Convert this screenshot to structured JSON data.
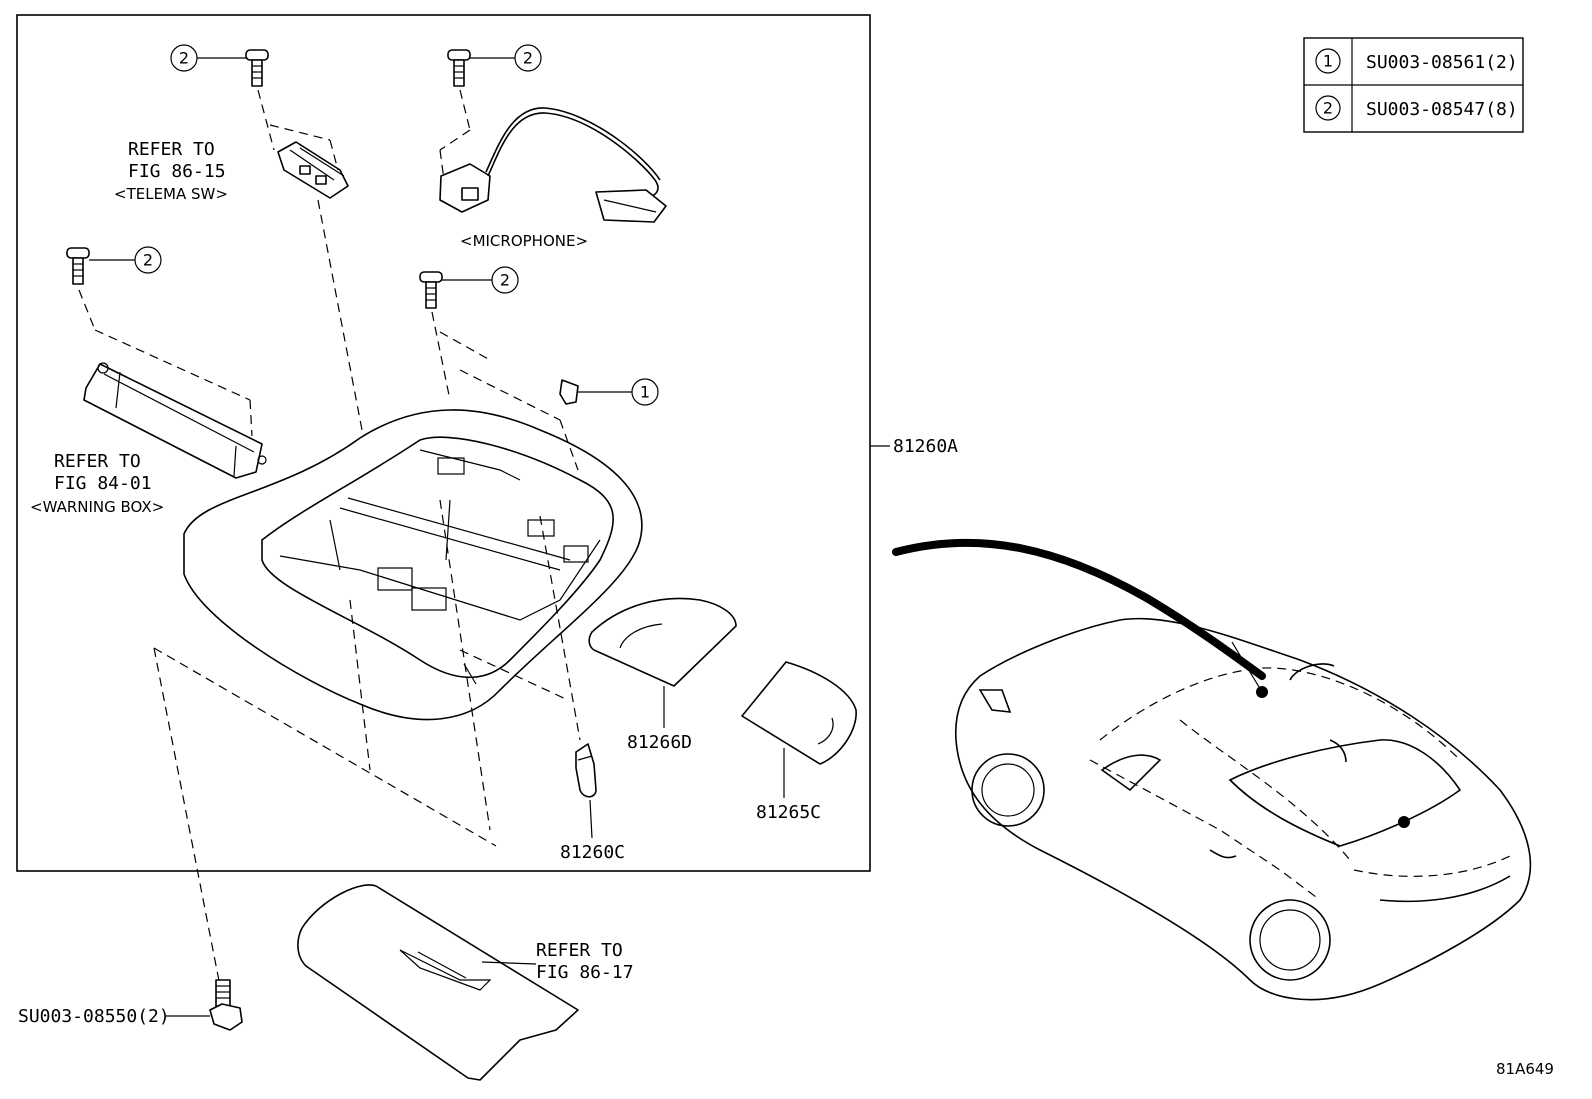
{
  "legend": [
    {
      "num": "1",
      "code": "SU003-08561(2)"
    },
    {
      "num": "2",
      "code": "SU003-08547(8)"
    }
  ],
  "callouts": {
    "c1": "1",
    "c2": "2"
  },
  "labels": {
    "telema_ref1": "REFER TO",
    "telema_ref2": "FIG 86-15",
    "telema_name": "<TELEMA SW>",
    "microphone": "<MICROPHONE>",
    "warning_ref1": "REFER TO",
    "warning_ref2": "FIG 84-01",
    "warning_name": "<WARNING BOX>",
    "p81260A": "81260A",
    "p81266D": "81266D",
    "p81265C": "81265C",
    "p81260C": "81260C",
    "bolt": "SU003-08550(2)",
    "cover_ref1": "REFER TO",
    "cover_ref2": "FIG 86-17",
    "fig_id": "81A649"
  }
}
